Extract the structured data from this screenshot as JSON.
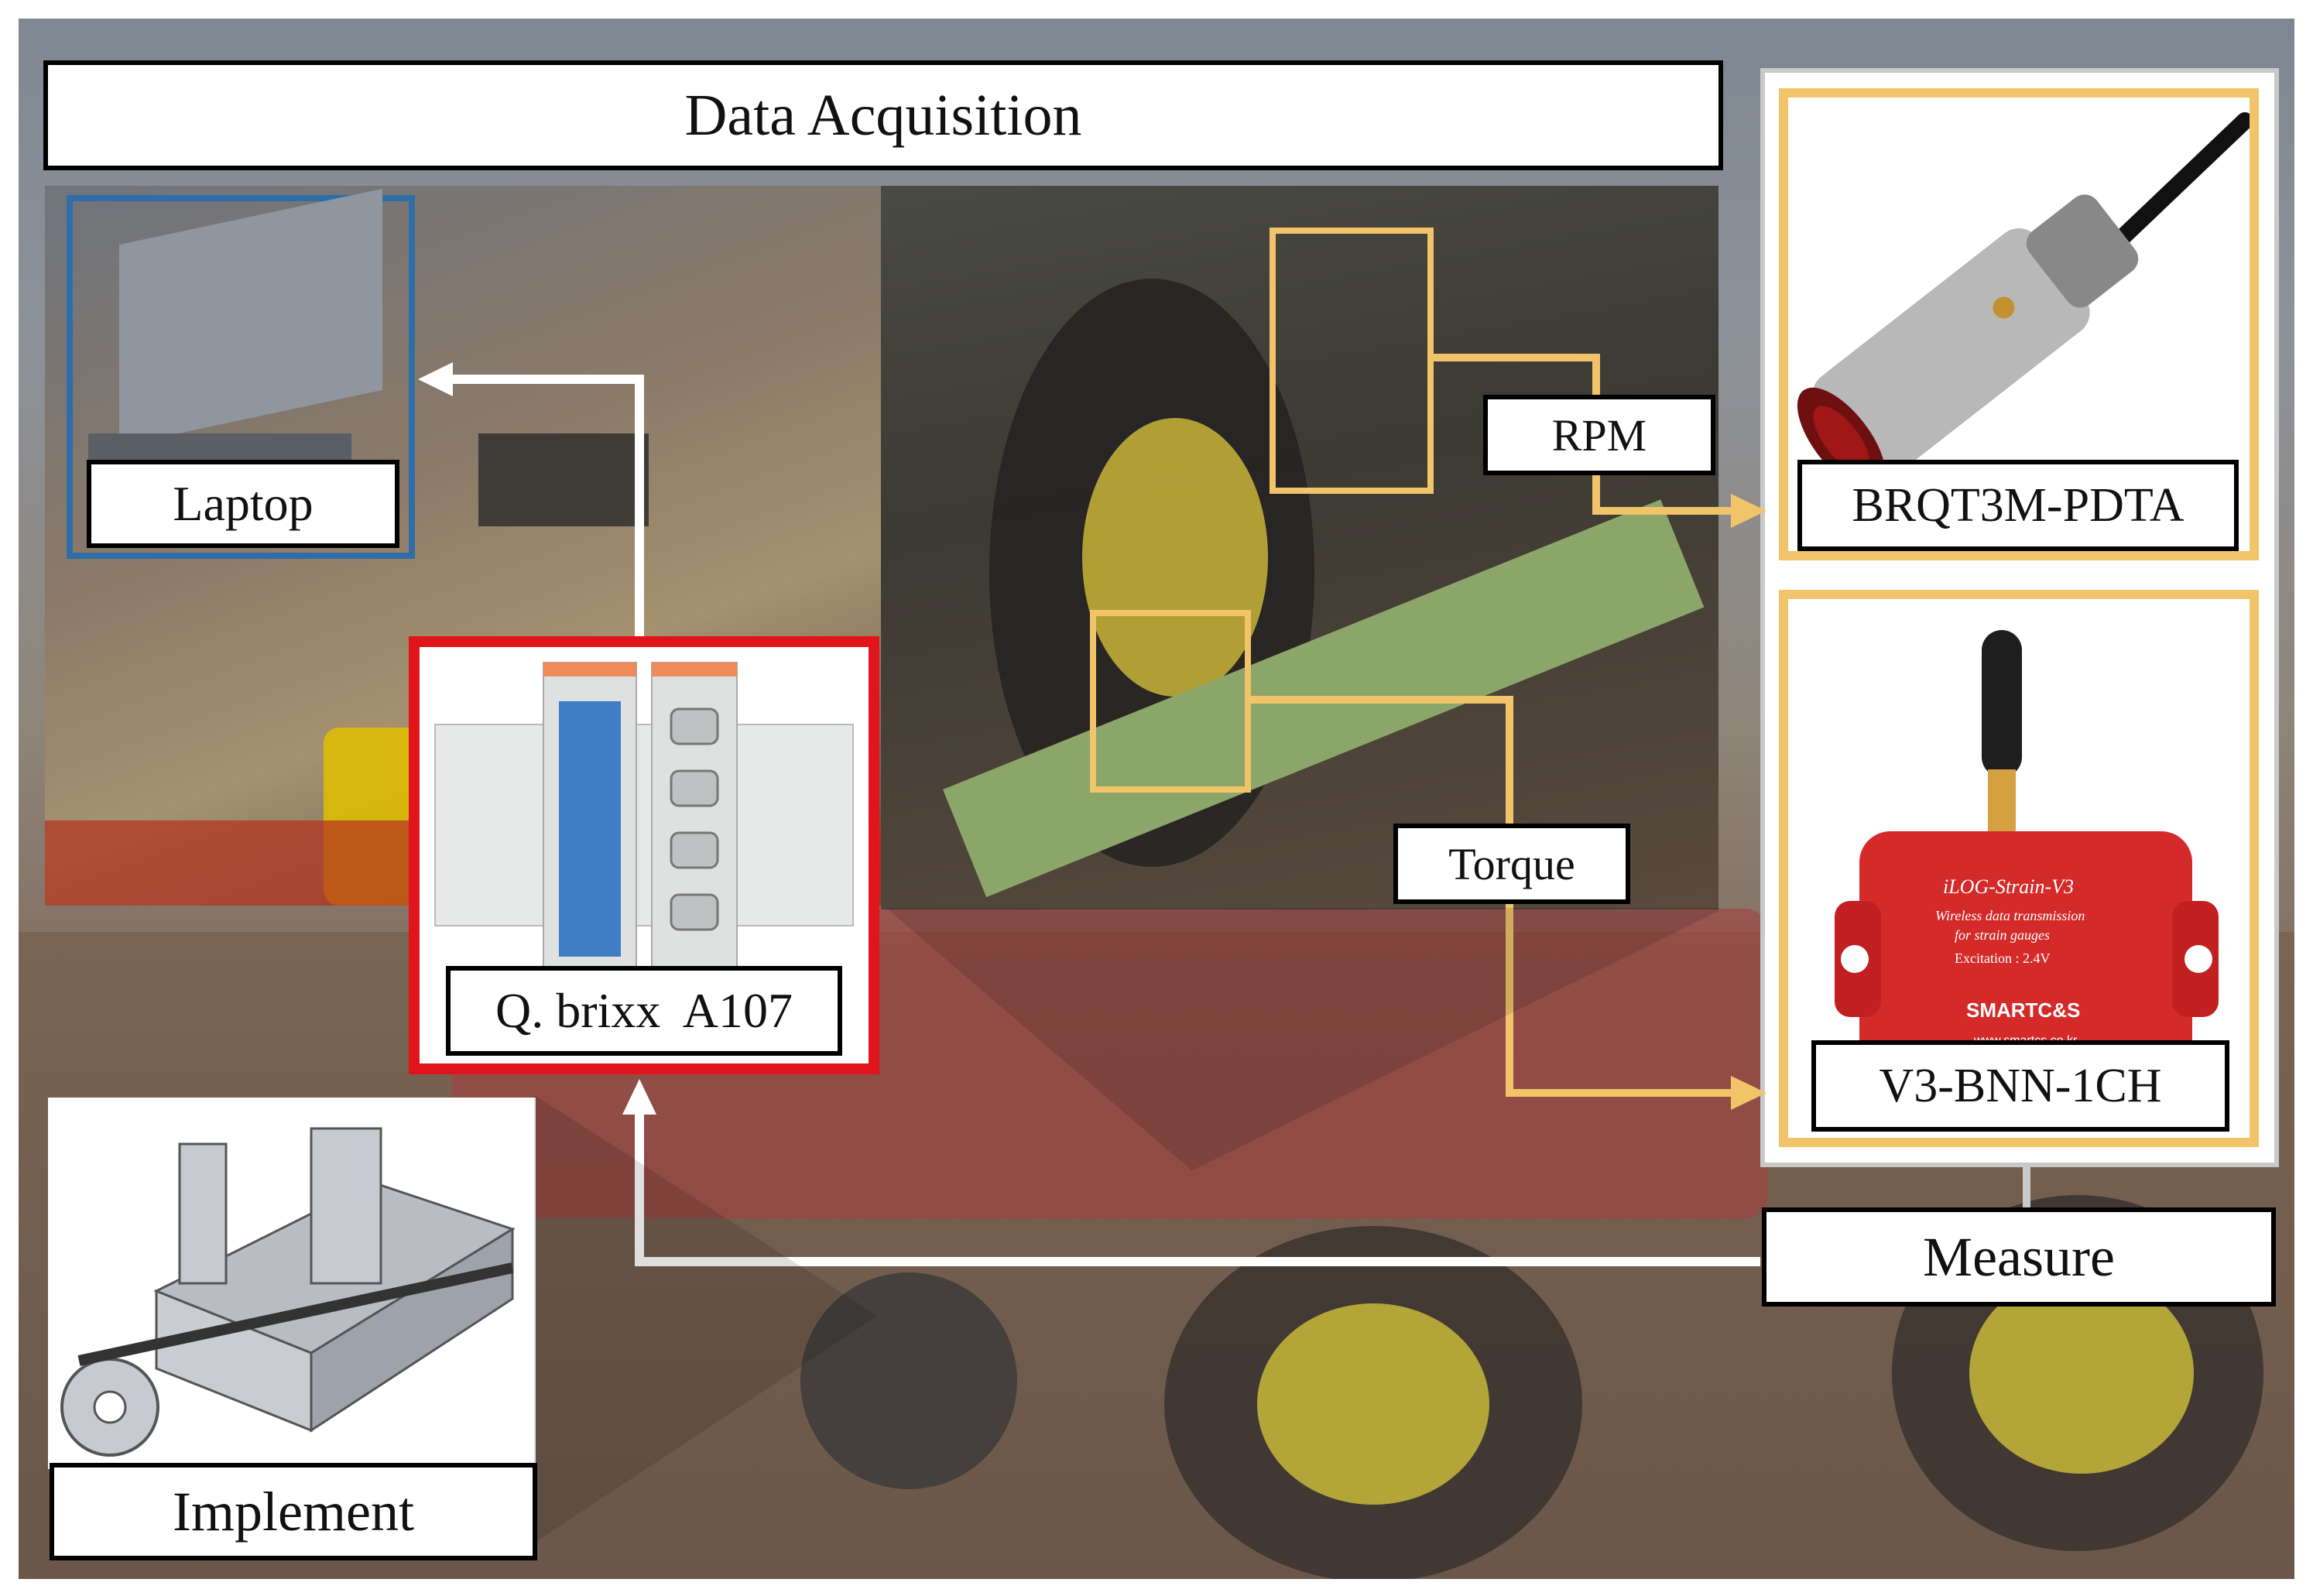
{
  "title": "Data Acquisition",
  "labels": {
    "laptop": "Laptop",
    "daq": "Q. brixx  A107",
    "rpm": "RPM",
    "torque": "Torque",
    "rpm_sensor": "BRQT3M-PDTA",
    "torque_sensor": "V3-BNN-1CH",
    "measure": "Measure",
    "implement": "Implement"
  },
  "device_text": {
    "logger_brand": "iLOG-Strain-V3",
    "logger_desc_1": "Wireless data transmission",
    "logger_desc_2": "for strain gauges",
    "logger_excitation": "Excitation : 2.4V",
    "logger_company": "SMARTC&S",
    "logger_url": "www.smartcs.co.kr"
  },
  "colors": {
    "laptop_frame": "#2f6da8",
    "daq_frame": "#e0141a",
    "sensor_frame": "#f2c46a",
    "arrow_white": "#ffffff",
    "arrow_yellow": "#f2c46a"
  }
}
